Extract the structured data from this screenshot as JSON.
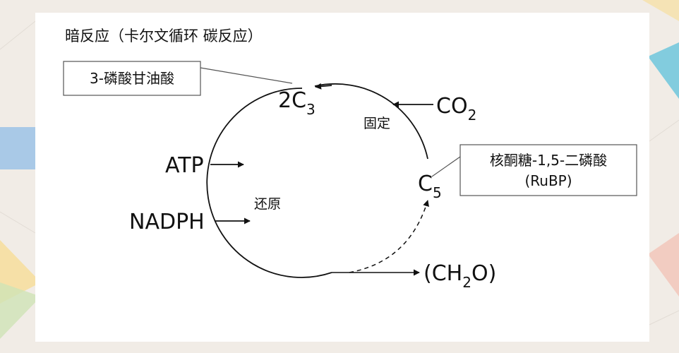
{
  "title": "暗反应（卡尔文循环  碳反应）",
  "labels": {
    "pga_box": "3-磷酸甘油酸",
    "rubp_box_line1": "核酮糖-1,5-二磷酸",
    "rubp_box_line2": "(RuBP)",
    "c3_coef": "2C",
    "c3_sub": "3",
    "co2_main": "CO",
    "co2_sub": "2",
    "c5_main": "C",
    "c5_sub": "5",
    "fixation": "固定",
    "reduction": "还原",
    "atp": "ATP",
    "nadph": "NADPH",
    "product_open": "(CH",
    "product_sub": "2",
    "product_close": "O)"
  },
  "colors": {
    "ink": "#111111",
    "background": "#f1ece6",
    "slide": "#ffffff",
    "accent_blue": "#9cc3e6",
    "accent_cyan": "#6fc7dc",
    "accent_yellow": "#f6dfa0",
    "accent_green": "#cfe4b7",
    "accent_pink": "#f2c4b8"
  }
}
